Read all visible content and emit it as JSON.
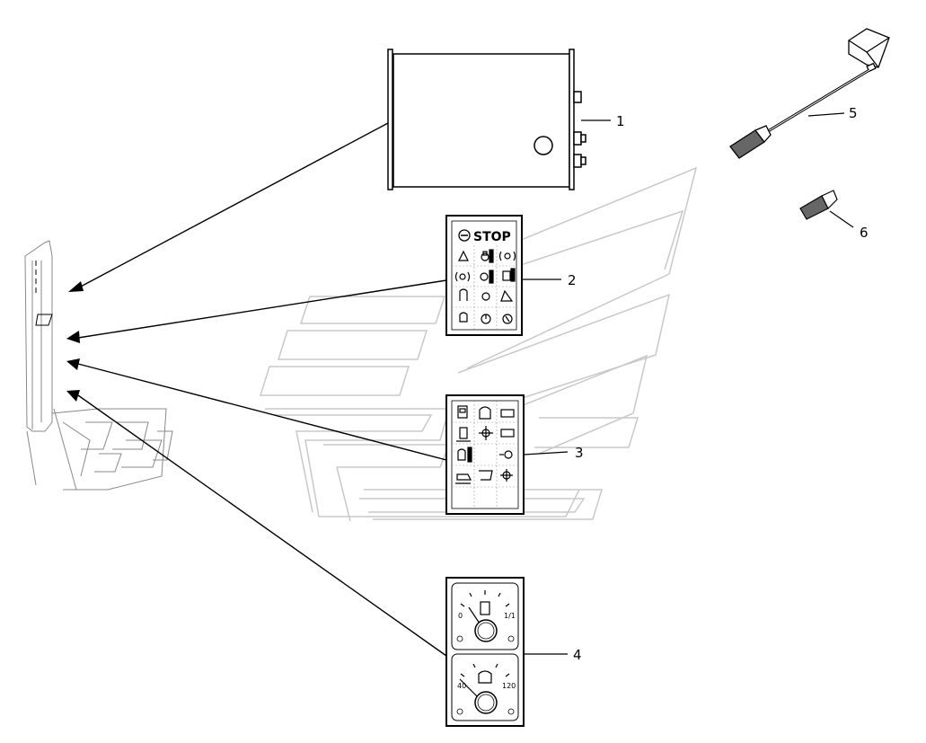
{
  "callouts": [
    "1",
    "2",
    "3",
    "4",
    "5",
    "6"
  ],
  "warning_panel": {
    "stop_label": "STOP"
  },
  "gauges": {
    "fuel": {
      "min_label": "0",
      "max_label": "1/1"
    },
    "temperature": {
      "min_label": "40",
      "max_label": "120"
    }
  }
}
